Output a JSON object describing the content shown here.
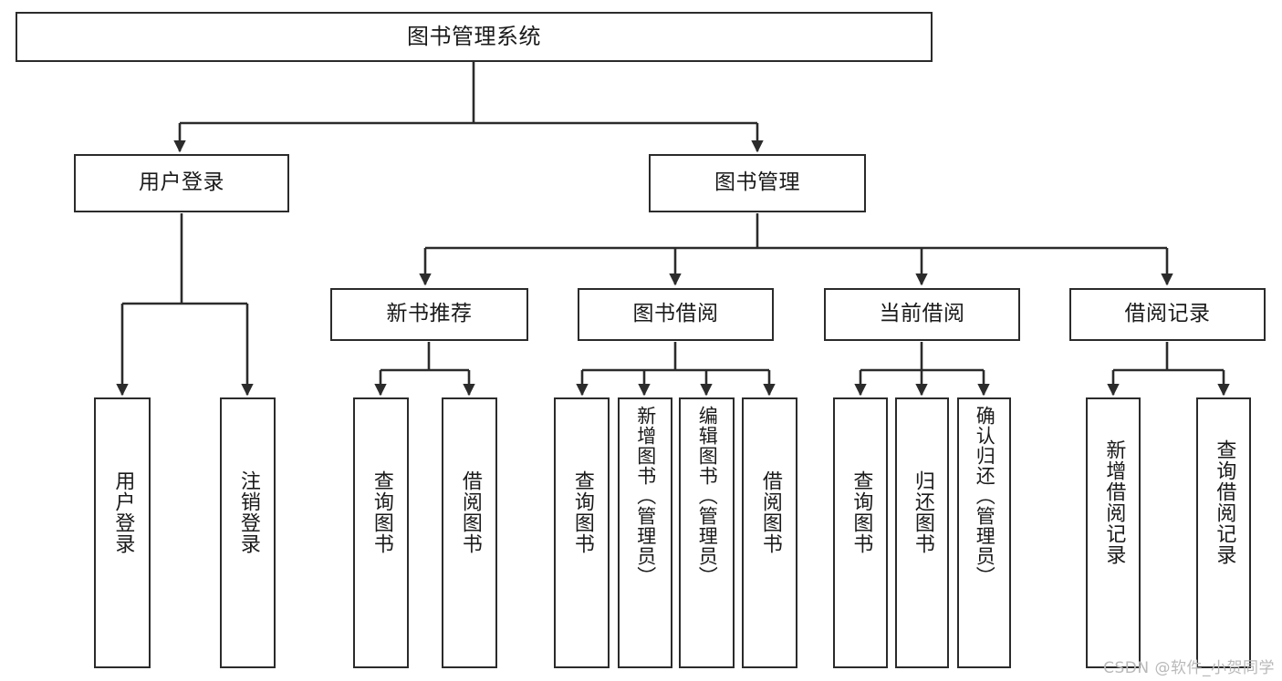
{
  "diagram": {
    "title": "图书管理系统",
    "type": "tree",
    "orientation": "top-down",
    "colors": {
      "node_border": "#2b2b2b",
      "node_fill": "#ffffff",
      "connector": "#2b2b2b",
      "text": "#1a1a1a",
      "watermark": "#b9b9b9",
      "background": "#ffffff"
    },
    "nodes": {
      "root": {
        "id": "root",
        "label": "图书管理系统",
        "orientation": "horizontal"
      },
      "level2": [
        {
          "id": "user-login",
          "label": "用户登录",
          "orientation": "horizontal"
        },
        {
          "id": "book-manage",
          "label": "图书管理",
          "orientation": "horizontal"
        }
      ],
      "level3": [
        {
          "id": "new-book-recommend",
          "label": "新书推荐",
          "orientation": "horizontal"
        },
        {
          "id": "book-borrow",
          "label": "图书借阅",
          "orientation": "horizontal"
        },
        {
          "id": "current-borrow",
          "label": "当前借阅",
          "orientation": "horizontal"
        },
        {
          "id": "borrow-record",
          "label": "借阅记录",
          "orientation": "horizontal"
        }
      ],
      "leaves": [
        {
          "id": "leaf-user-login",
          "label": "用户登录",
          "parent": "user-login",
          "orientation": "vertical"
        },
        {
          "id": "leaf-logout-login",
          "label": "注销登录",
          "parent": "user-login",
          "orientation": "vertical"
        },
        {
          "id": "leaf-query-book-1",
          "label": "查询图书",
          "parent": "new-book-recommend",
          "orientation": "vertical"
        },
        {
          "id": "leaf-borrow-book-1",
          "label": "借阅图书",
          "parent": "new-book-recommend",
          "orientation": "vertical"
        },
        {
          "id": "leaf-query-book-2",
          "label": "查询图书",
          "parent": "book-borrow",
          "orientation": "vertical"
        },
        {
          "id": "leaf-add-book",
          "label": "新增图书（管理员）",
          "parent": "book-borrow",
          "orientation": "vertical"
        },
        {
          "id": "leaf-edit-book",
          "label": "编辑图书（管理员）",
          "parent": "book-borrow",
          "orientation": "vertical"
        },
        {
          "id": "leaf-borrow-book-2",
          "label": "借阅图书",
          "parent": "book-borrow",
          "orientation": "vertical"
        },
        {
          "id": "leaf-query-book-3",
          "label": "查询图书",
          "parent": "current-borrow",
          "orientation": "vertical"
        },
        {
          "id": "leaf-return-book",
          "label": "归还图书",
          "parent": "current-borrow",
          "orientation": "vertical"
        },
        {
          "id": "leaf-confirm-return",
          "label": "确认归还（管理员）",
          "parent": "current-borrow",
          "orientation": "vertical"
        },
        {
          "id": "leaf-add-record",
          "label": "新增借阅记录",
          "parent": "borrow-record",
          "orientation": "vertical"
        },
        {
          "id": "leaf-query-record",
          "label": "查询借阅记录",
          "parent": "borrow-record",
          "orientation": "vertical"
        }
      ]
    },
    "edges": [
      {
        "from": "root",
        "to": "user-login"
      },
      {
        "from": "root",
        "to": "book-manage"
      },
      {
        "from": "book-manage",
        "to": "new-book-recommend"
      },
      {
        "from": "book-manage",
        "to": "book-borrow"
      },
      {
        "from": "book-manage",
        "to": "current-borrow"
      },
      {
        "from": "book-manage",
        "to": "borrow-record"
      },
      {
        "from": "user-login",
        "to": "leaf-user-login"
      },
      {
        "from": "user-login",
        "to": "leaf-logout-login"
      },
      {
        "from": "new-book-recommend",
        "to": "leaf-query-book-1"
      },
      {
        "from": "new-book-recommend",
        "to": "leaf-borrow-book-1"
      },
      {
        "from": "book-borrow",
        "to": "leaf-query-book-2"
      },
      {
        "from": "book-borrow",
        "to": "leaf-add-book"
      },
      {
        "from": "book-borrow",
        "to": "leaf-edit-book"
      },
      {
        "from": "book-borrow",
        "to": "leaf-borrow-book-2"
      },
      {
        "from": "current-borrow",
        "to": "leaf-query-book-3"
      },
      {
        "from": "current-borrow",
        "to": "leaf-return-book"
      },
      {
        "from": "current-borrow",
        "to": "leaf-confirm-return"
      },
      {
        "from": "borrow-record",
        "to": "leaf-add-record"
      },
      {
        "from": "borrow-record",
        "to": "leaf-query-record"
      }
    ]
  },
  "watermark": {
    "text": "CSDN @软件_小贺同学"
  }
}
